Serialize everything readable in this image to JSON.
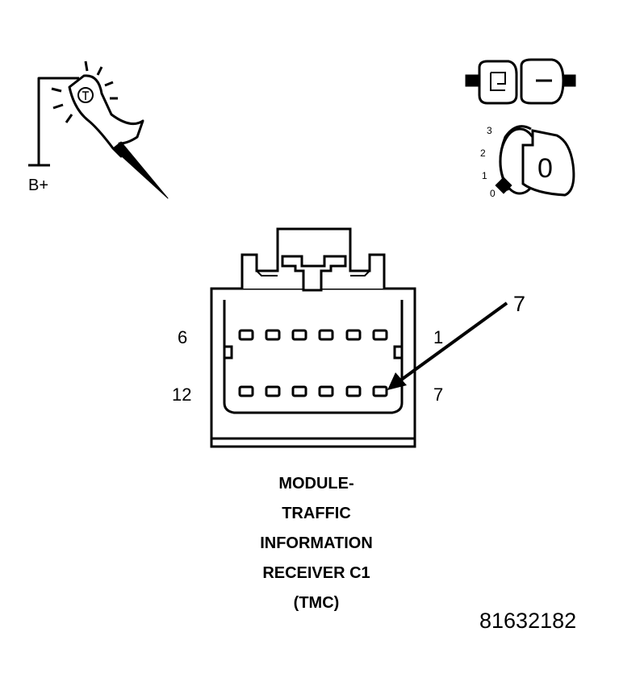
{
  "labels": {
    "battery": "B+",
    "pin_top_left": "6",
    "pin_top_right": "1",
    "pin_bottom_left": "12",
    "pin_bottom_right": "7",
    "callout": "7",
    "ignition_position": "0",
    "key_scale": [
      "3",
      "2",
      "1",
      "0"
    ]
  },
  "caption": {
    "lines": [
      "MODULE-",
      "TRAFFIC",
      "INFORMATION",
      "RECEIVER C1",
      "(TMC)"
    ]
  },
  "figure_number": "81632182",
  "colors": {
    "ink": "#000000",
    "background": "#ffffff"
  },
  "icons": [
    "test-light-probe-icon",
    "connector-disconnect-icon",
    "ignition-key-icon"
  ]
}
